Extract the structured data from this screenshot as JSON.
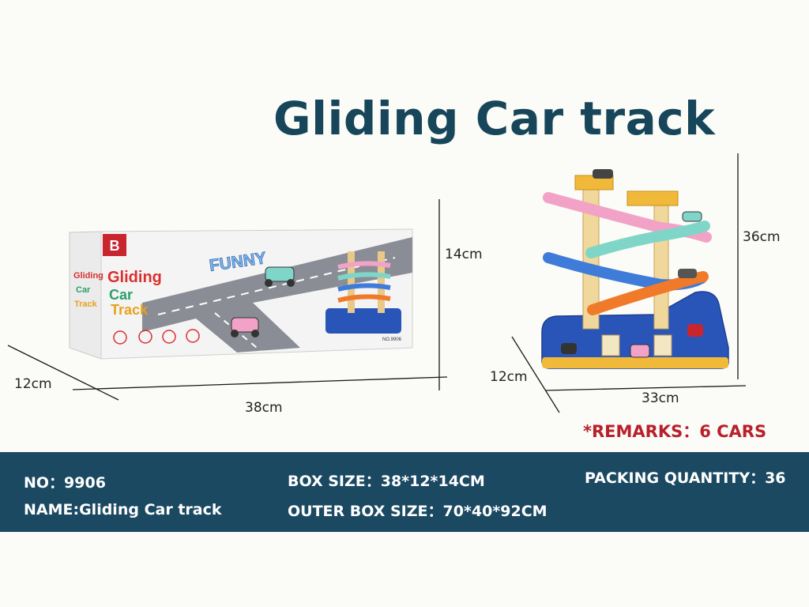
{
  "title": "Gliding Car track",
  "box_dimensions": {
    "height": "14cm",
    "depth": "12cm",
    "width": "38cm"
  },
  "product_dimensions": {
    "height": "36cm",
    "depth": "12cm",
    "width": "33cm"
  },
  "remarks": "*REMARKS：6 CARS",
  "box_print": {
    "brand_letter": "B",
    "funny": "FUNNY",
    "side_text": [
      "Gliding",
      "Car",
      "Track"
    ],
    "front_text": [
      "Gliding",
      "Car",
      "Track"
    ],
    "model_label": "NO.9906"
  },
  "info": {
    "no": "NO：9906",
    "name": "NAME:Gliding Car track",
    "box_size": "BOX SIZE：38*12*14CM",
    "outer_box_size": "OUTER BOX SIZE：70*40*92CM",
    "packing_quantity": "PACKING QUANTITY：36"
  },
  "colors": {
    "band": "#1b4962",
    "title": "#17465a",
    "remarks": "#b8202b",
    "track_pink": "#f2a2c6",
    "track_teal": "#7fd6c8",
    "track_blue": "#3f7bd8",
    "track_orange": "#f07a2a",
    "base_blue": "#2a55b8",
    "base_yellow": "#f0b93a"
  }
}
